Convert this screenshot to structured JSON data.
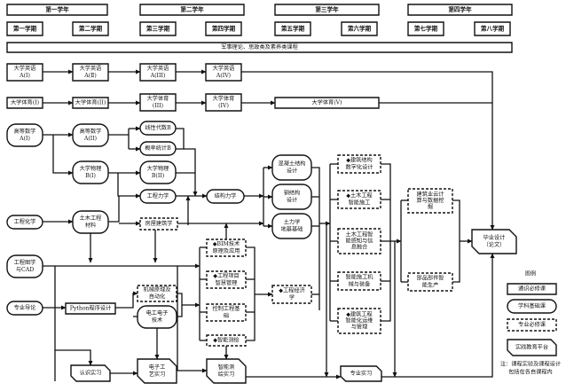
{
  "header": {
    "years": [
      "第一学年",
      "第二学年",
      "第三学年",
      "第四学年"
    ],
    "semesters": [
      "第一学期",
      "第二学期",
      "第三学期",
      "第四学期",
      "第五学期",
      "第六学期",
      "第七学期",
      "第八学期"
    ],
    "general_bar": "军事理论、思政类及素养类课程"
  },
  "courses": {
    "english1": [
      "大学英语",
      "A(Ⅰ)"
    ],
    "english2": [
      "大学英语",
      "A(Ⅱ)"
    ],
    "english3": [
      "大学英语",
      "A(III)"
    ],
    "english4": [
      "大学英语",
      "A(IV)"
    ],
    "pe1": [
      "大学体育(I)"
    ],
    "pe2": [
      "大学体育(II)"
    ],
    "pe3": [
      "大学体育",
      "(III)"
    ],
    "pe4": [
      "大学体育",
      "(IV)"
    ],
    "pe5": [
      "大学体育(V)"
    ],
    "math1": [
      "高等数学",
      "A(Ⅰ)"
    ],
    "math2": [
      "高等数学",
      "A(ⅠI)"
    ],
    "linalg": [
      "线性代数B"
    ],
    "prob": [
      "概率统计B"
    ],
    "phys1": [
      "大学物理",
      "B(I)"
    ],
    "phys2": [
      "大学物理",
      "B(II)"
    ],
    "engmech": [
      "工程力学"
    ],
    "structmech": [
      "结构力学"
    ],
    "concrete": [
      "混凝土结构",
      "设计"
    ],
    "steel": [
      "钢结构",
      "设计"
    ],
    "soil": [
      "土力学",
      "地基基础"
    ],
    "chem": [
      "工程化学"
    ],
    "materials": [
      "土木工程",
      "材料"
    ],
    "housing": [
      "房屋建筑学"
    ],
    "drawing": [
      "工程图学",
      "与CAD"
    ],
    "intro": [
      "专业导论"
    ],
    "python": [
      "Python程序设计"
    ],
    "mech": [
      "机械原理及",
      "自动化"
    ],
    "elec": [
      "电工电子",
      "技术"
    ],
    "bim": [
      "◆BIM技术",
      "原理及应用"
    ],
    "project": [
      "◆工程项目",
      "智慧管理"
    ],
    "control": [
      "控制工程基",
      "础"
    ],
    "survey": [
      "◆智能测绘"
    ],
    "econ": [
      "◆工程经济",
      "学"
    ],
    "digital": [
      "◆建筑结构",
      "数字化设计"
    ],
    "smartcons": [
      "◆土木工程",
      "智能施工"
    ],
    "sensing": [
      "土木工程智",
      "能感知与信",
      "息融合"
    ],
    "machinery": [
      "智能施工机",
      "械与装备"
    ],
    "om": [
      "◆建筑工程",
      "智能化运维",
      "与管理"
    ],
    "cloud": [
      "建筑业云计",
      "算与数据挖",
      "掘"
    ],
    "prefab": [
      "部品部件智",
      "能生产"
    ],
    "cognition": [
      "认识实习"
    ],
    "eleclab": [
      "电子工",
      "艺实习"
    ],
    "surveylab": [
      "智能测",
      "绘实习"
    ],
    "practice": [
      "专业实习"
    ],
    "thesis": [
      "毕业设计",
      "（论文）"
    ]
  },
  "legend": {
    "title": "图例",
    "items": [
      "通识必修课",
      "学科基础课",
      "专业必修课",
      "实践教育平台"
    ],
    "note": [
      "注：课程实验及课程设计",
      "包括在各自课程内"
    ]
  }
}
